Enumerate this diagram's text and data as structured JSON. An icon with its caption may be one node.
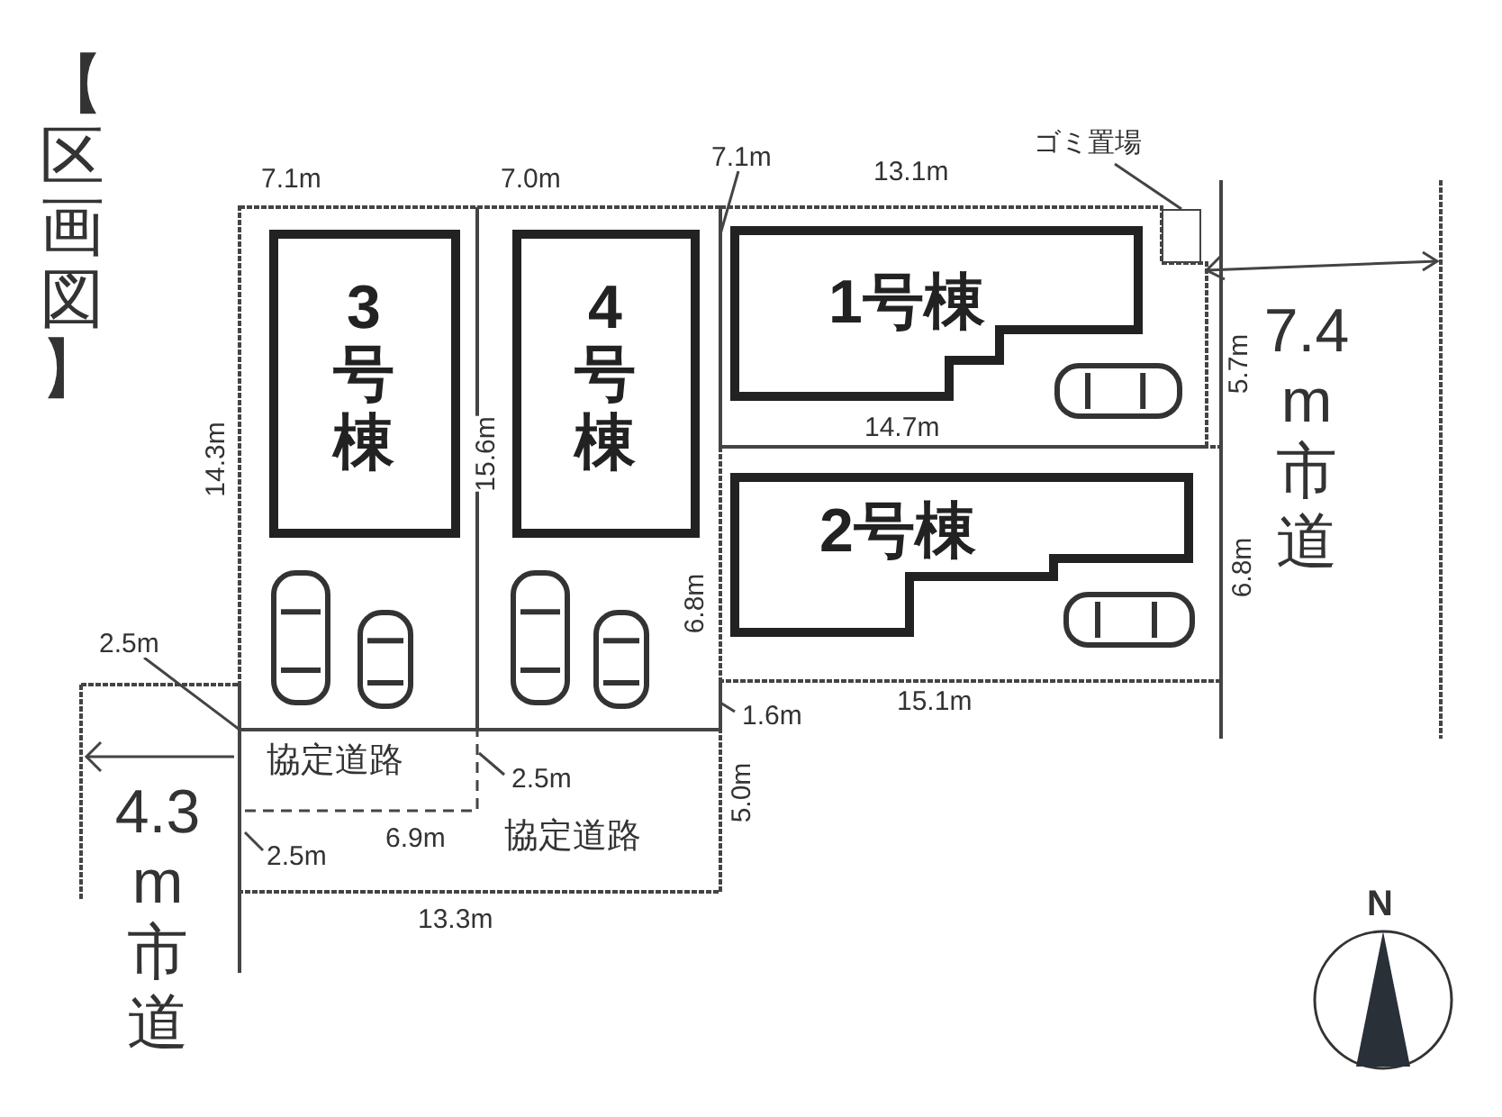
{
  "diagram": {
    "title": "【区画図】",
    "nodes": [
      {
        "text": [
          "3号棟"
        ]
      },
      {
        "text": [
          "4号棟"
        ]
      },
      {
        "text": [
          "1号棟"
        ]
      },
      {
        "text": [
          "2号棟"
        ]
      },
      {
        "text": [
          "ゴミ置場"
        ]
      },
      {
        "text": [],
        "shape": "box"
      }
    ],
    "edges": [
      {
        "from": 4,
        "to": 5,
        "arrow": "none"
      }
    ],
    "labels": [
      "7.1m",
      "7.0m",
      "7.1m",
      "13.1m",
      "14.3m",
      "15.6m",
      "14.7m",
      "5.7m",
      "6.8m",
      "6.8m",
      "1.6m",
      "15.1m",
      "2.5m",
      "協定道路",
      "2.5m",
      "2.5m",
      "6.9m",
      "協定道路",
      "5.0m",
      "13.3m",
      "N",
      "7.4m市道",
      "4.3m市道"
    ]
  }
}
